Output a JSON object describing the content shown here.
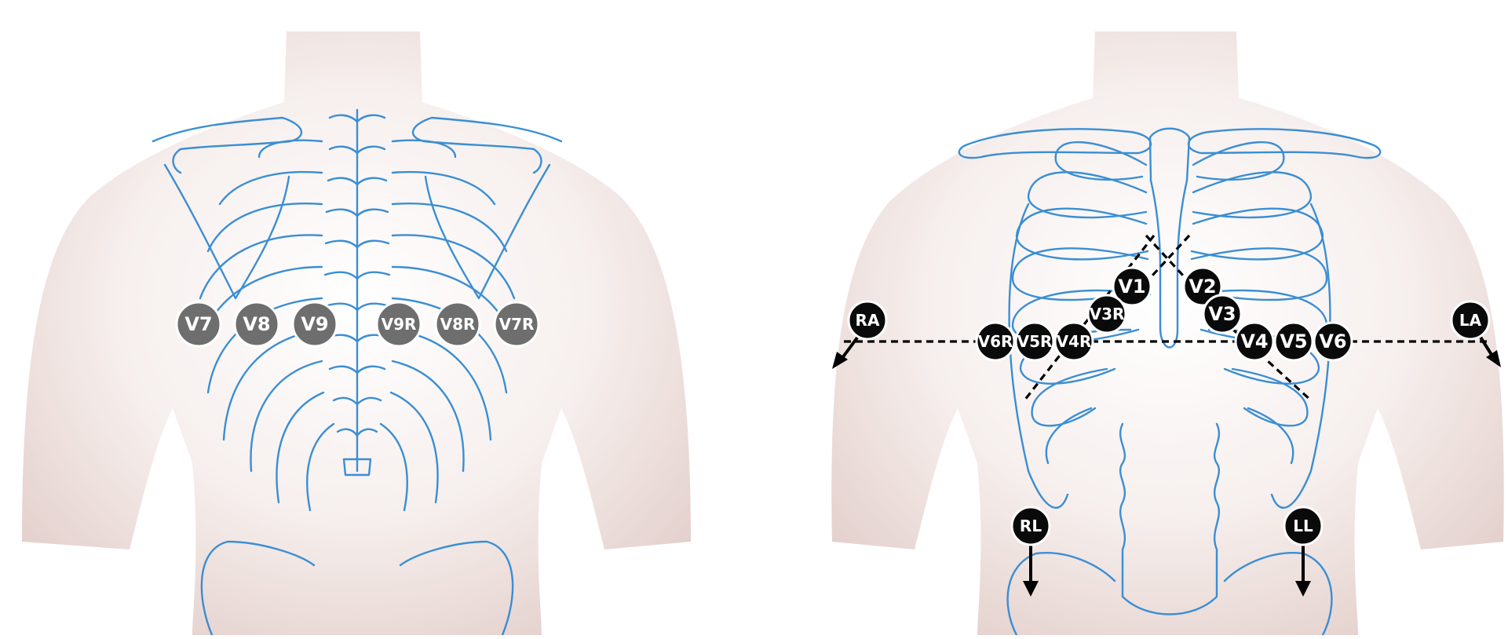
{
  "posterior_view": {
    "electrodes": [
      {
        "id": "v7",
        "label": "V7"
      },
      {
        "id": "v8",
        "label": "V8"
      },
      {
        "id": "v9",
        "label": "V9"
      },
      {
        "id": "v9r",
        "label": "V9R"
      },
      {
        "id": "v8r",
        "label": "V8R"
      },
      {
        "id": "v7r",
        "label": "V7R"
      }
    ],
    "electrode_color": "#6e6e6e"
  },
  "anterior_view": {
    "electrodes": [
      {
        "id": "ra",
        "label": "RA"
      },
      {
        "id": "la",
        "label": "LA"
      },
      {
        "id": "v1",
        "label": "V1"
      },
      {
        "id": "v2",
        "label": "V2"
      },
      {
        "id": "v3r",
        "label": "V3R"
      },
      {
        "id": "v3",
        "label": "V3"
      },
      {
        "id": "v6r",
        "label": "V6R"
      },
      {
        "id": "v5r",
        "label": "V5R"
      },
      {
        "id": "v4r",
        "label": "V4R"
      },
      {
        "id": "v4",
        "label": "V4"
      },
      {
        "id": "v5",
        "label": "V5"
      },
      {
        "id": "v6",
        "label": "V6"
      },
      {
        "id": "rl",
        "label": "RL"
      },
      {
        "id": "ll",
        "label": "LL"
      }
    ],
    "electrode_color": "#0a0a0a"
  },
  "colors": {
    "skin": "#ecdcd8",
    "bone_stroke": "#3b8ed3",
    "guide_line": "#000000"
  }
}
